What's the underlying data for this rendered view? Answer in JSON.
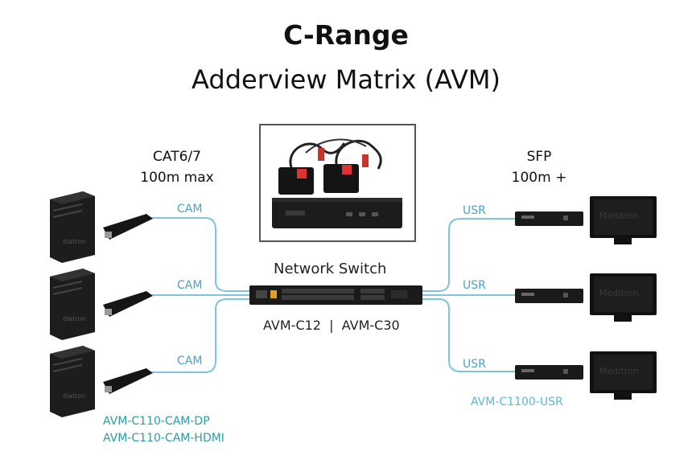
{
  "title": "C-Range",
  "subtitle": "Adderview Matrix (AVM)",
  "left_header": {
    "line1": "CAT6/7",
    "line2": "100m max"
  },
  "right_header": {
    "line1": "SFP",
    "line2": "100m +"
  },
  "switch_label": "Network Switch",
  "switch_models": "AVM-C12  |  AVM-C30",
  "cam_labels": [
    "CAM",
    "CAM",
    "CAM"
  ],
  "usr_labels": [
    "USR",
    "USR",
    "USR"
  ],
  "cam_products": {
    "line1": "AVM-C110-CAM-DP",
    "line2": "AVM-C110-CAM-HDMI"
  },
  "usr_product": "AVM-C1100-USR",
  "monitor_brand": "Meditron",
  "tower_brand": "diatron",
  "colors": {
    "link": "#5fb6d9",
    "label": "#2f9aa3"
  }
}
